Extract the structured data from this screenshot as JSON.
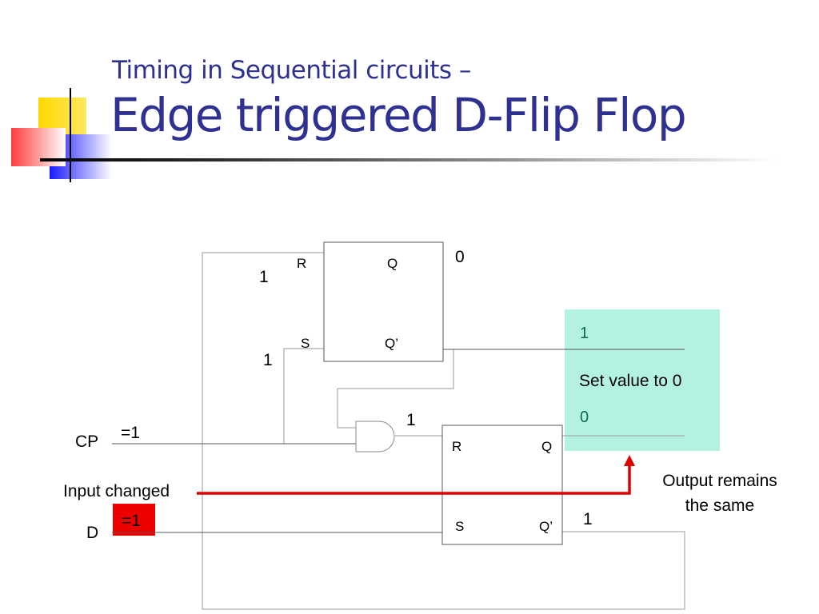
{
  "title": {
    "subtitle": "Timing in Sequential circuits –",
    "main": "Edge triggered D-Flip Flop"
  },
  "diagram": {
    "top_ff": {
      "pin_r": "R",
      "pin_q": "Q",
      "pin_s": "S",
      "pin_qbar": "Q’"
    },
    "bottom_ff": {
      "pin_r": "R",
      "pin_q": "Q",
      "pin_s": "S",
      "pin_qbar": "Q’"
    },
    "values": {
      "top_q": "0",
      "top_r_in": "1",
      "top_s_in": "1",
      "and_out": "1",
      "bottom_qbar": "1",
      "cp_value": "=1",
      "d_value": "=1"
    },
    "inputs": {
      "cp": "CP",
      "d": "D",
      "input_changed": "Input changed"
    },
    "output_panel": {
      "line1": "1",
      "text": "Set value to 0",
      "line2": "0",
      "bg_color": "#b3f2e1"
    },
    "note": {
      "line1": "Output remains",
      "line2": "the same"
    },
    "colors": {
      "highlight": "#ee0000",
      "title": "#2e3192"
    }
  }
}
